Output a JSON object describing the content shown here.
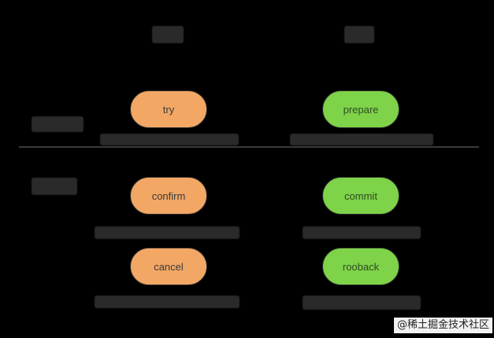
{
  "columns": [
    {
      "header": "",
      "color": "#f2a765"
    },
    {
      "header": "",
      "color": "#7ed348"
    }
  ],
  "rows": [
    {
      "header": "",
      "left": {
        "label": "try",
        "caption": ""
      },
      "right": {
        "label": "prepare",
        "caption": ""
      }
    },
    {
      "header": "",
      "left": {
        "label": "confirm",
        "caption": ""
      },
      "right": {
        "label": "commit",
        "caption": ""
      }
    },
    {
      "left": {
        "label": "cancel",
        "caption": ""
      },
      "right": {
        "label": "rooback",
        "caption": ""
      }
    }
  ],
  "watermark": "@稀土掘金技术社区"
}
